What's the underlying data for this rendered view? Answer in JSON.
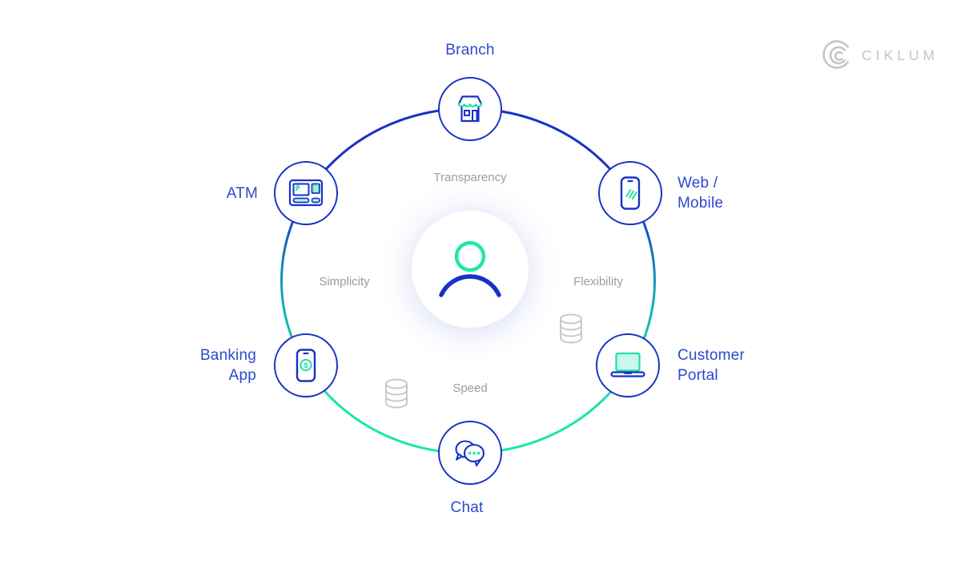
{
  "brand": {
    "logo_text": "CIKLUM"
  },
  "channels": {
    "branch": {
      "label": "Branch"
    },
    "web_mobile": {
      "line1": "Web /",
      "line2": "Mobile"
    },
    "customer_portal": {
      "line1": "Customer",
      "line2": "Portal"
    },
    "chat": {
      "label": "Chat"
    },
    "banking_app": {
      "line1": "Banking",
      "line2": "App"
    },
    "atm": {
      "label": "ATM"
    }
  },
  "core_values": {
    "top": "Transparency",
    "right": "Flexibility",
    "bottom": "Speed",
    "left": "Simplicity"
  },
  "colors": {
    "primary_blue": "#1732c6",
    "accent_teal": "#19e9a9",
    "label_blue": "#2b49cf",
    "muted_gray": "#9b9ba1",
    "mint_fill": "#b9f3e6",
    "logo_gray": "#c6c6c6"
  }
}
